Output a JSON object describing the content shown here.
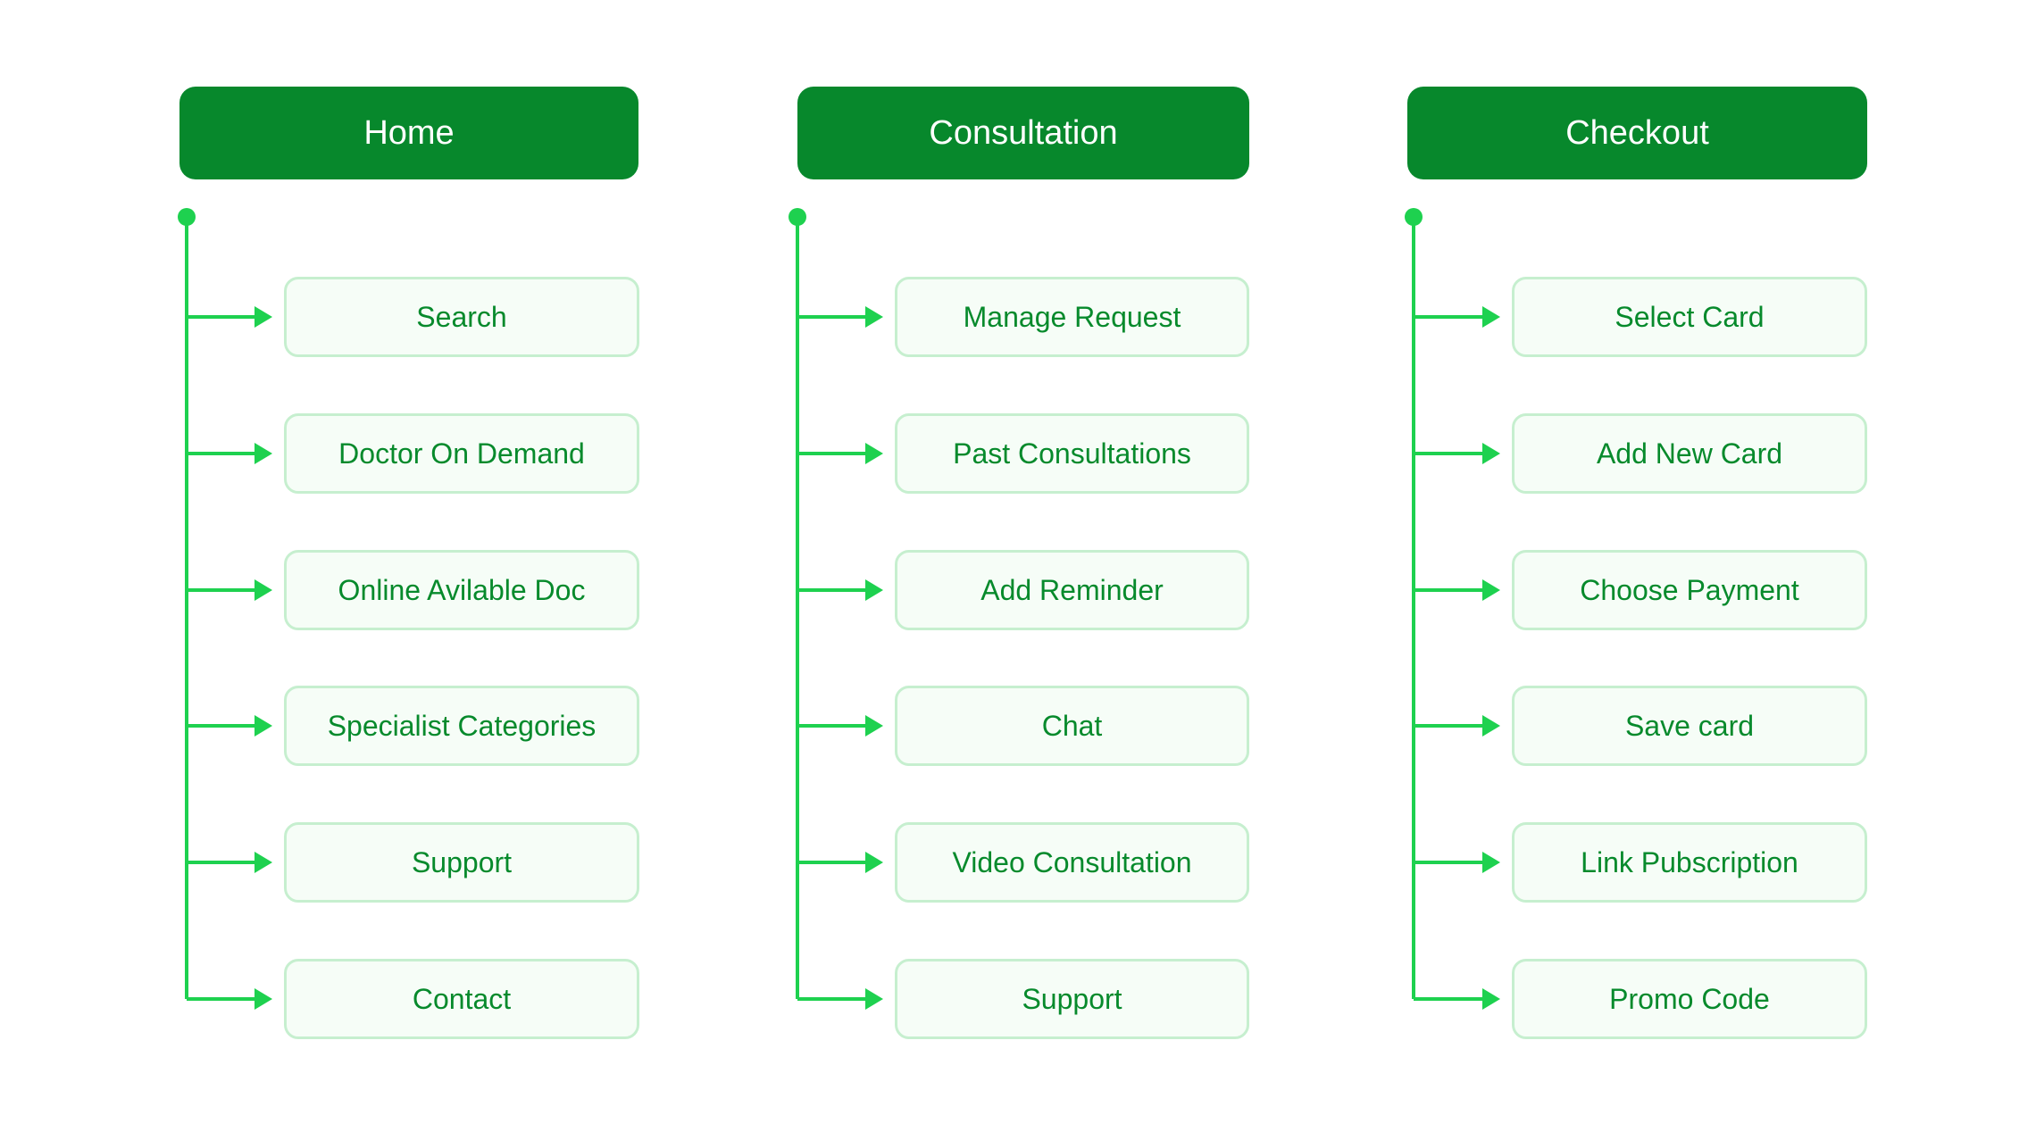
{
  "colors": {
    "header_bg": "#07882c",
    "header_text": "#ffffff",
    "item_bg": "#f6fdf7",
    "item_border": "#c6efcf",
    "item_text": "#078a2c",
    "connector": "#1ed14f"
  },
  "columns": [
    {
      "title": "Home",
      "items": [
        "Search",
        "Doctor On Demand",
        "Online Avilable Doc",
        "Specialist Categories",
        "Support",
        "Contact"
      ]
    },
    {
      "title": "Consultation",
      "items": [
        "Manage Request",
        "Past Consultations",
        "Add Reminder",
        "Chat",
        "Video Consultation",
        "Support"
      ]
    },
    {
      "title": "Checkout",
      "items": [
        "Select Card",
        "Add New Card",
        "Choose Payment",
        "Save card",
        "Link Pubscription",
        "Promo Code"
      ]
    }
  ]
}
